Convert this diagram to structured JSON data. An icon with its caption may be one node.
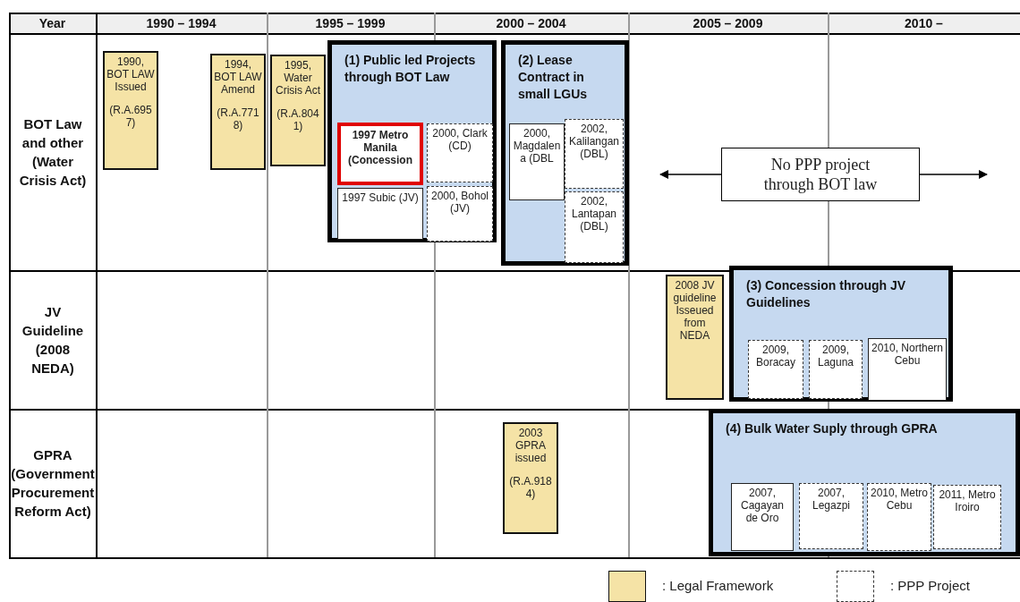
{
  "diagram": {
    "nodes": [
      {
        "text": [
          "1990, BOT LAW Issued",
          "(R.A.6957)"
        ]
      },
      {
        "text": [
          "1994, BOT LAW Amend",
          "(R.A.7718)"
        ]
      },
      {
        "text": [
          "1995, Water Crisis Act",
          "(R.A.8041)"
        ]
      },
      {
        "text": [
          "(1) Public led Projects through BOT Law"
        ]
      },
      {
        "text": [
          "1997 Metro Manila (Concession"
        ],
        "in": 3
      },
      {
        "text": [
          "2000, Clark (CD)"
        ],
        "in": 3
      },
      {
        "text": [
          "1997 Subic (JV)"
        ],
        "in": 3
      },
      {
        "text": [
          "2000, Bohol (JV)"
        ],
        "in": 3
      },
      {
        "text": [
          "(2) Lease Contract in small LGUs"
        ]
      },
      {
        "text": [
          "2000, Magdalena (DBL"
        ],
        "in": 8
      },
      {
        "text": [
          "2002, Kalilangan (DBL)"
        ],
        "in": 8
      },
      {
        "text": [
          "2002, Lantapan (DBL)"
        ],
        "in": 8
      },
      {
        "text": [
          "No PPP project through BOT law"
        ]
      },
      {
        "text": [
          "2008 JV guideline Isseued from NEDA"
        ]
      },
      {
        "text": [
          "(3) Concession through JV Guidelines"
        ]
      },
      {
        "text": [
          "2009, Boracay"
        ],
        "in": 14
      },
      {
        "text": [
          "2009, Laguna"
        ],
        "in": 14
      },
      {
        "text": [
          "2010, Northern Cebu"
        ],
        "in": 14
      },
      {
        "text": [
          "2003 GPRA issued",
          "(R.A.9184)"
        ]
      },
      {
        "text": [
          "(4) Bulk Water Suply through GPRA"
        ]
      },
      {
        "text": [
          "2007, Cagayan de Oro"
        ],
        "in": 19
      },
      {
        "text": [
          "2007, Legazpi"
        ],
        "in": 19
      },
      {
        "text": [
          "2010, Metro Cebu"
        ],
        "in": 19
      },
      {
        "text": [
          "2011, Metro Iroiro"
        ],
        "in": 19
      }
    ],
    "edges": [
      {
        "from": 12,
        "to": null,
        "arrow": "to"
      },
      {
        "from": 12,
        "to": null,
        "arrow": "to"
      }
    ],
    "labels": [
      "Year",
      "1990 – 1994",
      "1995 – 1999",
      "2000 – 2004",
      "2005 – 2009",
      "2010 –",
      "BOT Law and other (Water Crisis Act)",
      "JV Guideline (2008 NEDA)",
      "GPRA (Government Procurement Reform Act)"
    ],
    "legend": [
      {
        "text": ": Legal Framework",
        "color": "#f5e3a6"
      },
      {
        "text": ": PPP Project"
      }
    ]
  }
}
